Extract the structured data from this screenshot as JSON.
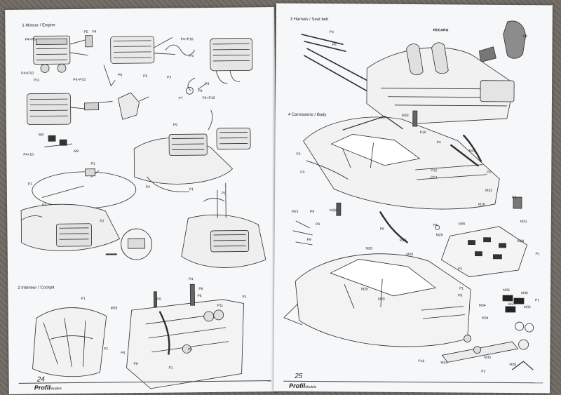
{
  "left_page": {
    "sections": [
      {
        "title": "1 Moteur / Engine"
      },
      {
        "title": "2 Intérieur / Cockpit"
      }
    ],
    "part_labels": [
      "P4+P6",
      "P5",
      "P4",
      "P4+P10",
      "P11",
      "P4+P10",
      "P6",
      "P3",
      "P4",
      "P4+P10",
      "P5",
      "P7",
      "P8",
      "P9",
      "P4+P10",
      "M9",
      "P4+10",
      "M9",
      "P9",
      "P4",
      "P1",
      "P1",
      "P1",
      "P7",
      "P2",
      "P1",
      "P1",
      "M26",
      "P1",
      "P4",
      "P9",
      "P9",
      "P4",
      "P11",
      "P8",
      "P1",
      "P5",
      "P1",
      "P1"
    ],
    "brand": "Profil",
    "brand_suffix": "Models",
    "page_number": "24"
  },
  "right_page": {
    "sections": [
      {
        "title": "3 Harnais / Seat belt"
      },
      {
        "title": "4 Carrosserie / Body"
      }
    ],
    "seat_brand": "RECARO",
    "part_labels": [
      "P3",
      "P5",
      "P9",
      "P1",
      "M30",
      "P2",
      "P10",
      "P4",
      "M25",
      "P12",
      "P13",
      "P2",
      "M33",
      "P3",
      "M30",
      "P3",
      "M18",
      "M26",
      "M21",
      "P9",
      "P9",
      "M31",
      "M35",
      "P9",
      "P4",
      "P1",
      "M19",
      "P6",
      "M20",
      "M20",
      "M29",
      "M20",
      "M20",
      "P1",
      "M36",
      "M37",
      "M35",
      "M34",
      "P1",
      "M36",
      "P1",
      "M34",
      "P8",
      "P18",
      "M34",
      "P2",
      "M35",
      "M28"
    ],
    "brand": "Profil",
    "brand_suffix": "Models",
    "page_number": "25"
  }
}
